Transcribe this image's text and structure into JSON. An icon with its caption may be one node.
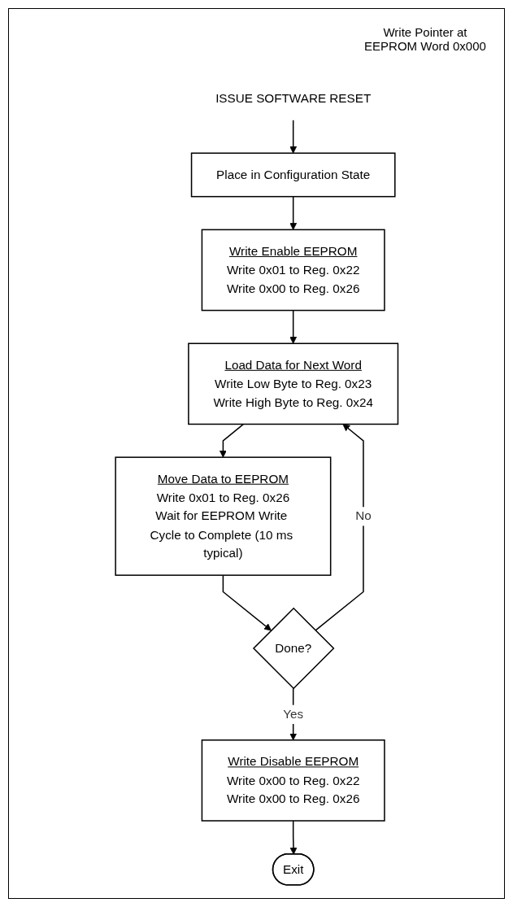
{
  "diagram": {
    "nodes": [
      {
        "text": [
          "ISSUE SOFTWARE RESET"
        ]
      },
      {
        "text": [
          "Place in Configuration State"
        ]
      },
      {
        "text": [
          "Write Enable EEPROM",
          "Write 0x01 to Reg. 0x22",
          "Write 0x00 to Reg. 0x26"
        ]
      },
      {
        "text": [
          "Load Data for Next Word",
          "Write Low Byte to Reg. 0x23",
          "Write High Byte to Reg. 0x24"
        ]
      },
      {
        "text": [
          "Move Data to EEPROM",
          "Write 0x01 to Reg. 0x26",
          "Wait for EEPROM Write Cycle to Complete (10 ms typical)"
        ]
      },
      {
        "text": [
          "Done?"
        ]
      },
      {
        "text": [
          "Write Disable EEPROM",
          "Write 0x00 to Reg. 0x22",
          "Write 0x00 to Reg. 0x26"
        ]
      },
      {
        "text": [
          "Exit"
        ]
      }
    ],
    "edges": [
      {
        "from": 0,
        "to": 1,
        "arrow": "to"
      },
      {
        "from": 1,
        "to": 2,
        "arrow": "to"
      },
      {
        "from": 2,
        "to": 3,
        "arrow": "to"
      },
      {
        "from": 3,
        "to": 4,
        "arrow": "to"
      },
      {
        "from": 4,
        "to": 5,
        "arrow": "to"
      },
      {
        "from": 5,
        "to": 3,
        "arrow": "to",
        "label": "No"
      },
      {
        "from": 5,
        "to": 6,
        "arrow": "to",
        "label": "Yes"
      },
      {
        "from": 6,
        "to": 7,
        "arrow": "to"
      }
    ],
    "labels": [
      "Write Pointer at EEPROM Word 0x000"
    ]
  }
}
